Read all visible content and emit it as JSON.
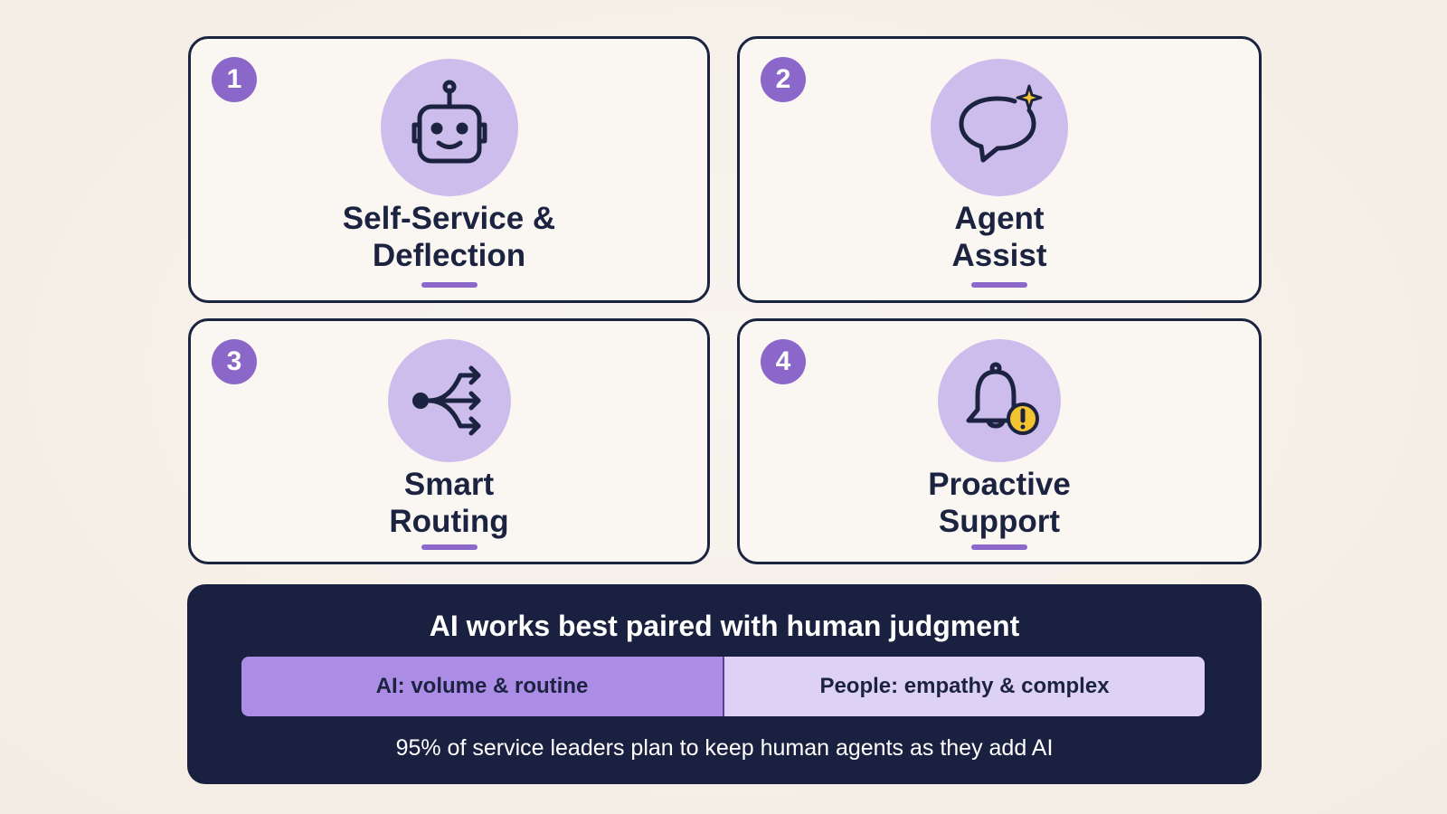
{
  "cards": [
    {
      "number": "1",
      "title_line1": "Self-Service &",
      "title_line2": "Deflection",
      "icon": "robot-icon"
    },
    {
      "number": "2",
      "title_line1": "Agent",
      "title_line2": "Assist",
      "icon": "chat-sparkle-icon"
    },
    {
      "number": "3",
      "title_line1": "Smart",
      "title_line2": "Routing",
      "icon": "routing-arrows-icon"
    },
    {
      "number": "4",
      "title_line1": "Proactive",
      "title_line2": "Support",
      "icon": "bell-alert-icon"
    }
  ],
  "panel": {
    "title": "AI works best paired with human judgment",
    "ai_label": "AI: volume & routine",
    "people_label": "People: empathy & complex",
    "footnote": "95% of service leaders plan to keep human agents as they add AI"
  },
  "colors": {
    "accent": "#8a67c8",
    "icon_bg": "#cdbdec",
    "navy": "#1a2140",
    "ai_segment": "#ab8de6",
    "people_segment": "#ddd2f5",
    "alert_yellow": "#f4c430"
  }
}
